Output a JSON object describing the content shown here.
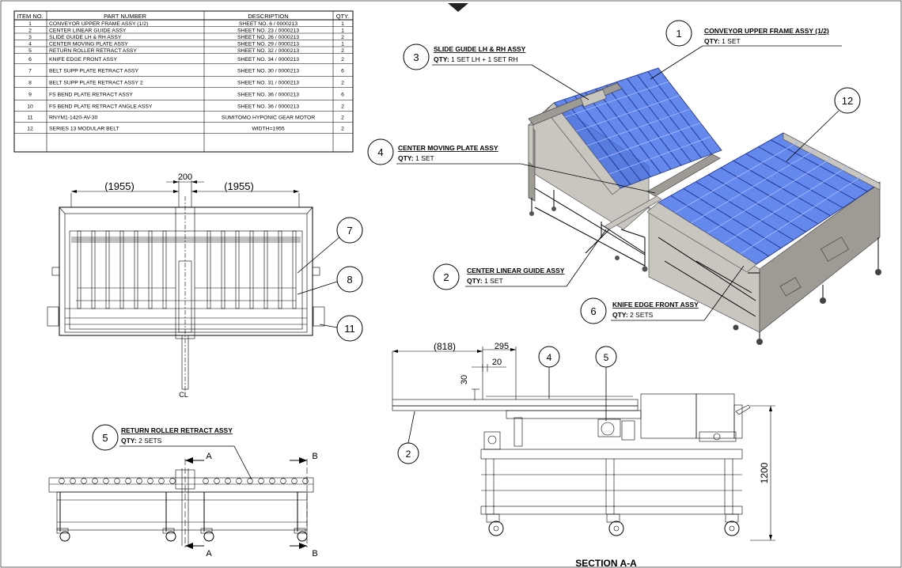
{
  "bom": {
    "headers": {
      "item": "ITEM NO.",
      "part": "PART NUMBER",
      "desc": "DESCRIPTION",
      "qty": "QTY."
    },
    "rows": [
      {
        "item": "1",
        "part": "CONVEYOR UPPER FRAME ASSY (1/2)",
        "desc": "SHEET NO. 6 / 0000213",
        "qty": "1"
      },
      {
        "item": "2",
        "part": "CENTER LINEAR GUIDE ASSY",
        "desc": "SHEET NO. 23 / 0000213",
        "qty": "1"
      },
      {
        "item": "3",
        "part": "SLIDE GUIDE LH & RH ASSY",
        "desc": "SHEET NO. 26 / 0000213",
        "qty": "2"
      },
      {
        "item": "4",
        "part": "CENTER MOVING PLATE ASSY",
        "desc": "SHEET NO. 29 / 0000213",
        "qty": "1"
      },
      {
        "item": "5",
        "part": "RETURN ROLLER RETRACT ASSY",
        "desc": "SHEET NO. 32 / 0000213",
        "qty": "2"
      },
      {
        "item": "6",
        "part": "KNIFE EDGE FRONT ASSY",
        "desc": "SHEET NO. 34 / 0000213",
        "qty": "2"
      },
      {
        "item": "7",
        "part": "BELT SUPP PLATE RETRACT ASSY",
        "desc": "SHEET NO. 30 / 0000213",
        "qty": "6"
      },
      {
        "item": "8",
        "part": "BELT SUPP PLATE RETRACT ASSY 2",
        "desc": "SHEET NO. 31 / 0000213",
        "qty": "2"
      },
      {
        "item": "9",
        "part": "FS BEND PLATE RETRACT ASSY",
        "desc": "SHEET NO. 36 / 0000213",
        "qty": "6"
      },
      {
        "item": "10",
        "part": "FS BEND PLATE RETRACT ANGLE ASSY",
        "desc": "SHEET NO. 36 / 0000213",
        "qty": "2"
      },
      {
        "item": "11",
        "part": "RNYM1-1420-AV-30",
        "desc": "SUMITOMO HYPONIC GEAR MOTOR",
        "qty": "2"
      },
      {
        "item": "12",
        "part": "SERIES 13 MODULAR BELT",
        "desc": "WIDTH=1955",
        "qty": "2"
      }
    ]
  },
  "callouts": {
    "c1": {
      "num": "1",
      "title": "CONVEYOR UPPER FRAME ASSY (1/2)",
      "qty_label": "QTY:",
      "qty": "1 SET"
    },
    "c3": {
      "num": "3",
      "title": "SLIDE GUIDE LH & RH ASSY",
      "qty_label": "QTY:",
      "qty": "1 SET LH + 1 SET RH"
    },
    "c4": {
      "num": "4",
      "title": "CENTER MOVING PLATE ASSY",
      "qty_label": "QTY:",
      "qty": "1 SET"
    },
    "c2": {
      "num": "2",
      "title": "CENTER LINEAR GUIDE ASSY",
      "qty_label": "QTY:",
      "qty": "1 SET"
    },
    "c6": {
      "num": "6",
      "title": "KNIFE EDGE FRONT ASSY",
      "qty_label": "QTY:",
      "qty": "2 SETS"
    },
    "c5": {
      "num": "5",
      "title": "RETURN ROLLER RETRACT ASSY",
      "qty_label": "QTY:",
      "qty": "2 SETS"
    },
    "n12": "12",
    "n7": "7",
    "n8": "8",
    "n11": "11",
    "s4": "4",
    "s5": "5",
    "s2": "2"
  },
  "front_view": {
    "dim_left": "(1955)",
    "dim_center": "200",
    "dim_right": "(1955)",
    "centerline": "CL"
  },
  "bottom_view": {
    "sec_a_top": "A",
    "sec_a_bottom": "A",
    "sec_b_top": "B",
    "sec_b_bottom": "B"
  },
  "section": {
    "dim_818": "(818)",
    "dim_295": "295",
    "dim_20": "20",
    "dim_30": "30",
    "dim_1200": "1200",
    "title": "SECTION A-A"
  },
  "colors": {
    "belt": "#3a66e8",
    "line": "#000000",
    "frame": "#c9c6c0"
  }
}
